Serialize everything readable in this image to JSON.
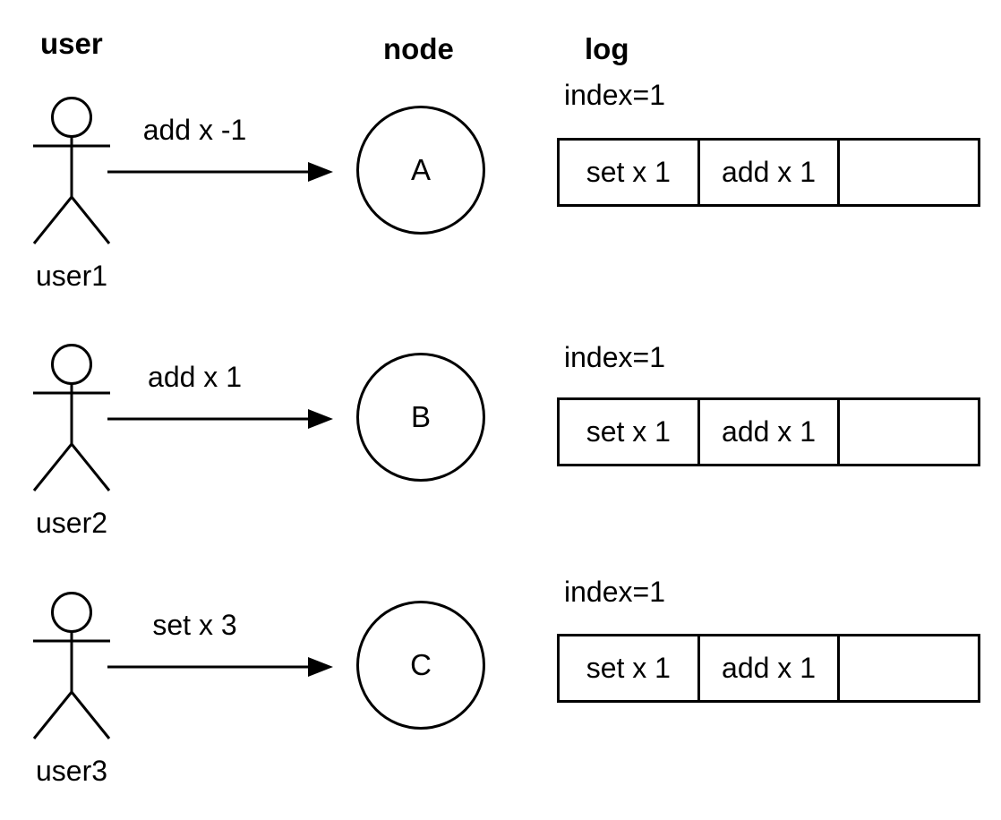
{
  "headers": {
    "user": "user",
    "node": "node",
    "log": "log"
  },
  "rows": [
    {
      "user_label": "user1",
      "message": "add x -1",
      "node_label": "A",
      "log": {
        "index_label": "index=1",
        "cells": [
          "set x 1",
          "add x 1",
          ""
        ]
      }
    },
    {
      "user_label": "user2",
      "message": "add x 1",
      "node_label": "B",
      "log": {
        "index_label": "index=1",
        "cells": [
          "set x 1",
          "add x 1",
          ""
        ]
      }
    },
    {
      "user_label": "user3",
      "message": "set x 3",
      "node_label": "C",
      "log": {
        "index_label": "index=1",
        "cells": [
          "set x 1",
          "add x 1",
          ""
        ]
      }
    }
  ],
  "colors": {
    "stroke": "#000000",
    "background": "#ffffff",
    "text": "#000000"
  }
}
